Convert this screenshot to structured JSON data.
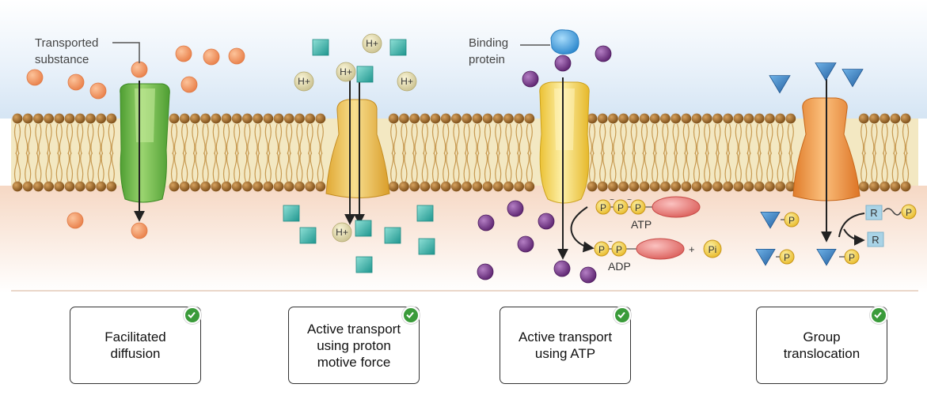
{
  "diagram": {
    "label_transported_substance": [
      "Transported",
      "substance"
    ],
    "label_binding_protein": [
      "Binding",
      "protein"
    ],
    "ion_label": "H+",
    "phosphate_label": "P",
    "pi_label": "Pi",
    "plus_label": "+",
    "atp_label": "ATP",
    "adp_label": "ADP",
    "r_label": "R",
    "colors": {
      "facilitated_protein": "#6dbb45",
      "proton_protein": "#f2c24b",
      "atp_protein": "#f7d254",
      "group_protein": "#f19a45",
      "solute_orange": "#f39a65",
      "teal_cube": "#3bb5ae",
      "purple_molecule": "#7d3d8f",
      "binding_protein": "#4aa9e4",
      "triangle_blue": "#3b86c7",
      "membrane_head": "#8e5d24"
    }
  },
  "answers": [
    {
      "text": "Facilitated\ndiffusion",
      "checked": true
    },
    {
      "text": "Active transport\nusing proton\nmotive force",
      "checked": true
    },
    {
      "text": "Active transport\nusing ATP",
      "checked": true
    },
    {
      "text": "Group\ntranslocation",
      "checked": true
    }
  ]
}
